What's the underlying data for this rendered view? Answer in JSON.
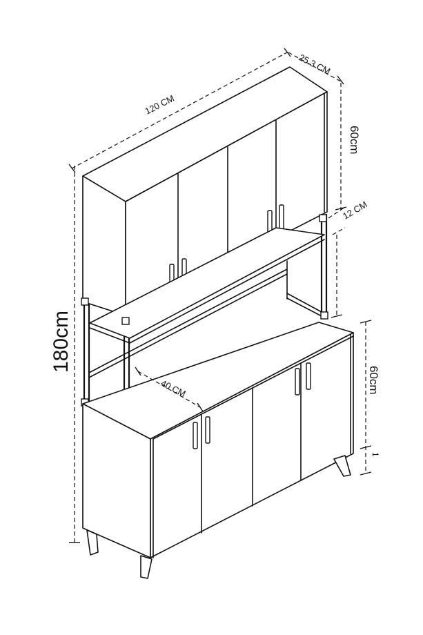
{
  "dimensions": {
    "width_top": "120 CM",
    "depth_top": "25.3 CM",
    "upper_height": "60cm",
    "shelf_gap": "12 CM",
    "total_height": "180cm",
    "depth_bottom": "40 CM",
    "lower_height": "60cm",
    "leg_height": "1"
  },
  "colors": {
    "line": "#111111",
    "background": "#ffffff"
  }
}
